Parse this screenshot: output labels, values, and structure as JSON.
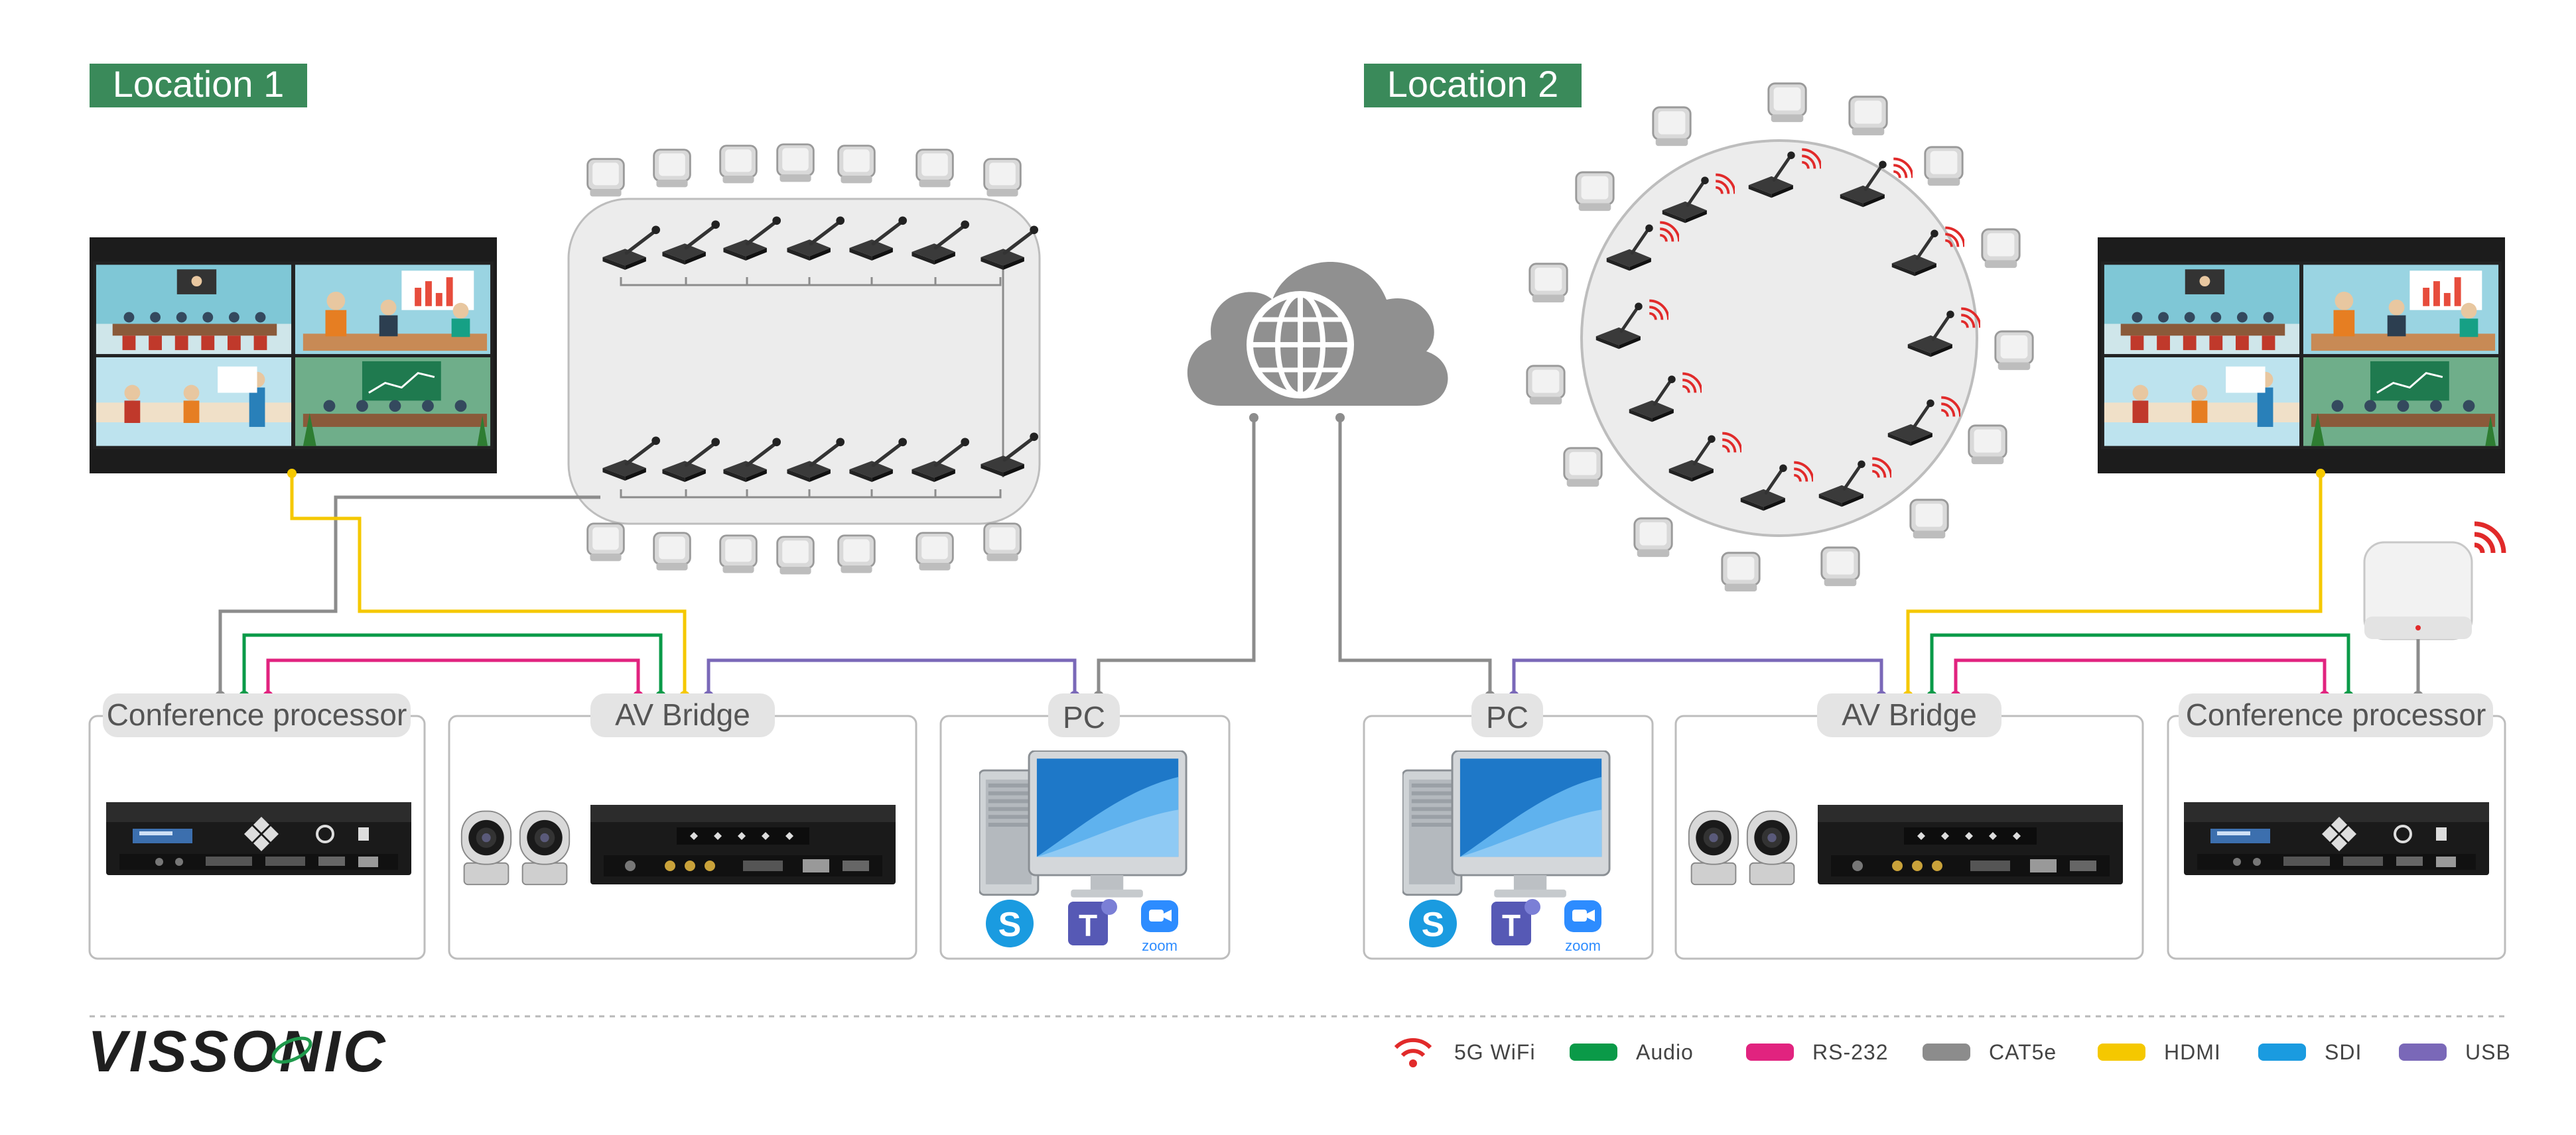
{
  "locations": [
    {
      "label": "Location 1"
    },
    {
      "label": "Location 2"
    }
  ],
  "boxes": {
    "conf_processor": "Conference processor",
    "av_bridge": "AV Bridge",
    "pc": "PC"
  },
  "apps": {
    "zoom": "zoom",
    "skype_letter": "S",
    "teams_letter": "T"
  },
  "brand": {
    "name": "VISSONIC",
    "accent_color": "#1f9a4c"
  },
  "legend": [
    {
      "label": "5G WiFi",
      "color": "#e12a2a",
      "icon": "wifi-icon"
    },
    {
      "label": "Audio",
      "color": "#0a9a48"
    },
    {
      "label": "RS-232",
      "color": "#e1237f"
    },
    {
      "label": "CAT5e",
      "color": "#8c8c8c"
    },
    {
      "label": "HDMI",
      "color": "#f5c800"
    },
    {
      "label": "SDI",
      "color": "#1a9be0"
    },
    {
      "label": "USB",
      "color": "#7a68b8"
    }
  ],
  "colors": {
    "location_tag": "#3a8a5a",
    "label_pill": "#e4e4e4"
  }
}
